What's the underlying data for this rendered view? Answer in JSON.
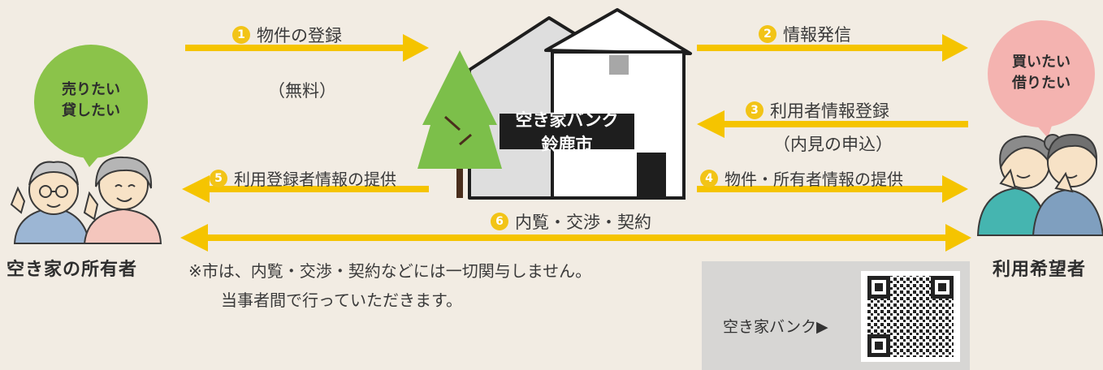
{
  "center": {
    "line1": "空き家バンク",
    "line2": "鈴鹿市"
  },
  "steps": [
    {
      "num": "1",
      "label": "物件の登録",
      "sub": "（無料）"
    },
    {
      "num": "2",
      "label": "情報発信"
    },
    {
      "num": "3",
      "label": "利用者情報登録",
      "sub": "（内見の申込）"
    },
    {
      "num": "4",
      "label": "物件・所有者情報の提供"
    },
    {
      "num": "5",
      "label": "利用登録者情報の提供"
    },
    {
      "num": "6",
      "label": "内覧・交渉・契約"
    }
  ],
  "owner": {
    "bubble_line1": "売りたい",
    "bubble_line2": "貸したい",
    "role": "空き家の所有者"
  },
  "user": {
    "bubble_line1": "買いたい",
    "bubble_line2": "借りたい",
    "role": "利用希望者"
  },
  "note": {
    "line1": "※市は、内覧・交渉・契約などには一切関与しません。",
    "line2": "当事者間で行っていただきます。"
  },
  "qr": {
    "label": "空き家バンク▶"
  },
  "colors": {
    "background": "#f2ece3",
    "arrow": "#f5c400",
    "owner_bubble": "#8bc34a",
    "user_bubble": "#f4b3b0",
    "tree": "#7cbf4a",
    "house_back": "#dedede",
    "label_bg": "#1e1e1e"
  }
}
